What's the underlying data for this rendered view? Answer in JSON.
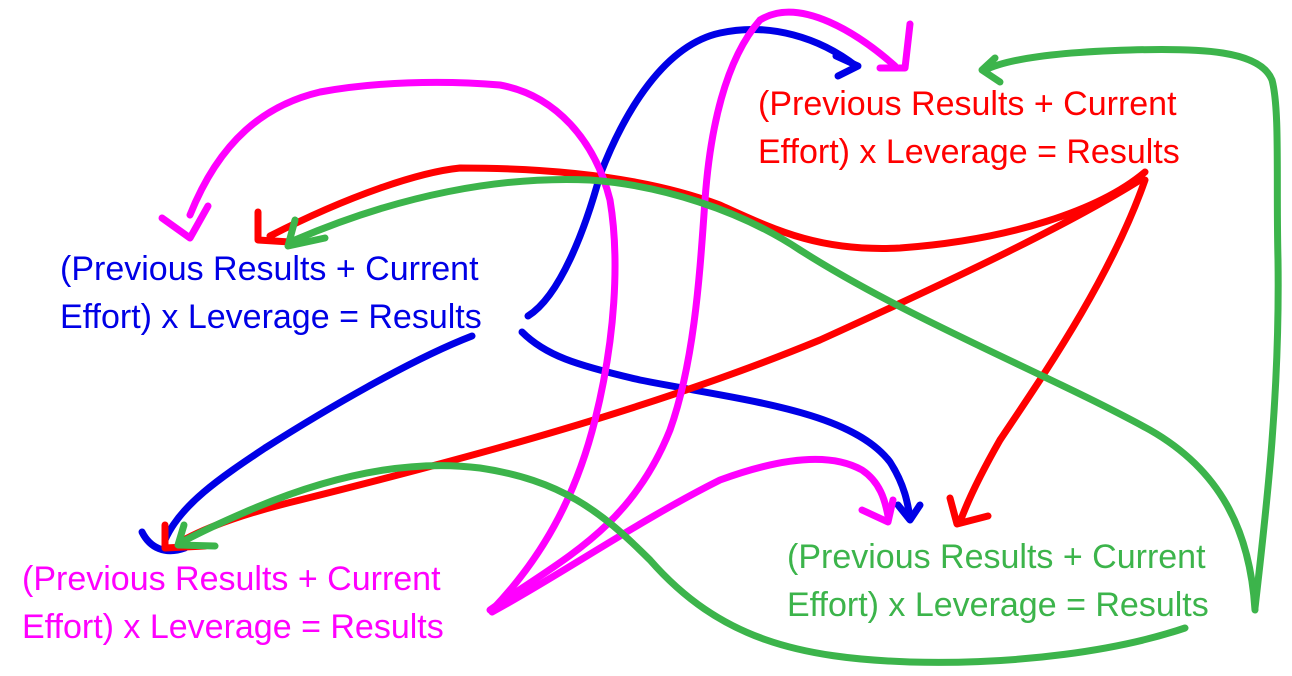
{
  "colors": {
    "red": "#ff0000",
    "blue": "#0000e6",
    "magenta": "#ff00ff",
    "green": "#3cb44b"
  },
  "nodes": [
    {
      "id": "top-right",
      "color_key": "red",
      "line1": "(Previous Results + Current",
      "line2": "Effort) x Leverage = Results"
    },
    {
      "id": "middle-left",
      "color_key": "blue",
      "line1": "(Previous Results + Current",
      "line2": "Effort) x Leverage = Results"
    },
    {
      "id": "bottom-left",
      "color_key": "magenta",
      "line1": "(Previous Results + Current",
      "line2": "Effort) x Leverage = Results"
    },
    {
      "id": "bottom-right",
      "color_key": "green",
      "line1": "(Previous Results + Current",
      "line2": "Effort) x Leverage = Results"
    }
  ],
  "edges": [
    {
      "from": "middle-left",
      "to": "top-right",
      "color_key": "blue"
    },
    {
      "from": "middle-left",
      "to": "bottom-right",
      "color_key": "blue"
    },
    {
      "from": "middle-left",
      "to": "bottom-left",
      "color_key": "blue"
    },
    {
      "from": "top-right",
      "to": "middle-left",
      "color_key": "red"
    },
    {
      "from": "top-right",
      "to": "bottom-left",
      "color_key": "red"
    },
    {
      "from": "top-right",
      "to": "bottom-right",
      "color_key": "red"
    },
    {
      "from": "bottom-left",
      "to": "top-right",
      "color_key": "magenta"
    },
    {
      "from": "bottom-left",
      "to": "middle-left",
      "color_key": "magenta"
    },
    {
      "from": "bottom-left",
      "to": "bottom-right",
      "color_key": "magenta"
    },
    {
      "from": "bottom-right",
      "to": "top-right",
      "color_key": "green"
    },
    {
      "from": "bottom-right",
      "to": "middle-left",
      "color_key": "green"
    },
    {
      "from": "bottom-right",
      "to": "bottom-left",
      "color_key": "green"
    }
  ]
}
